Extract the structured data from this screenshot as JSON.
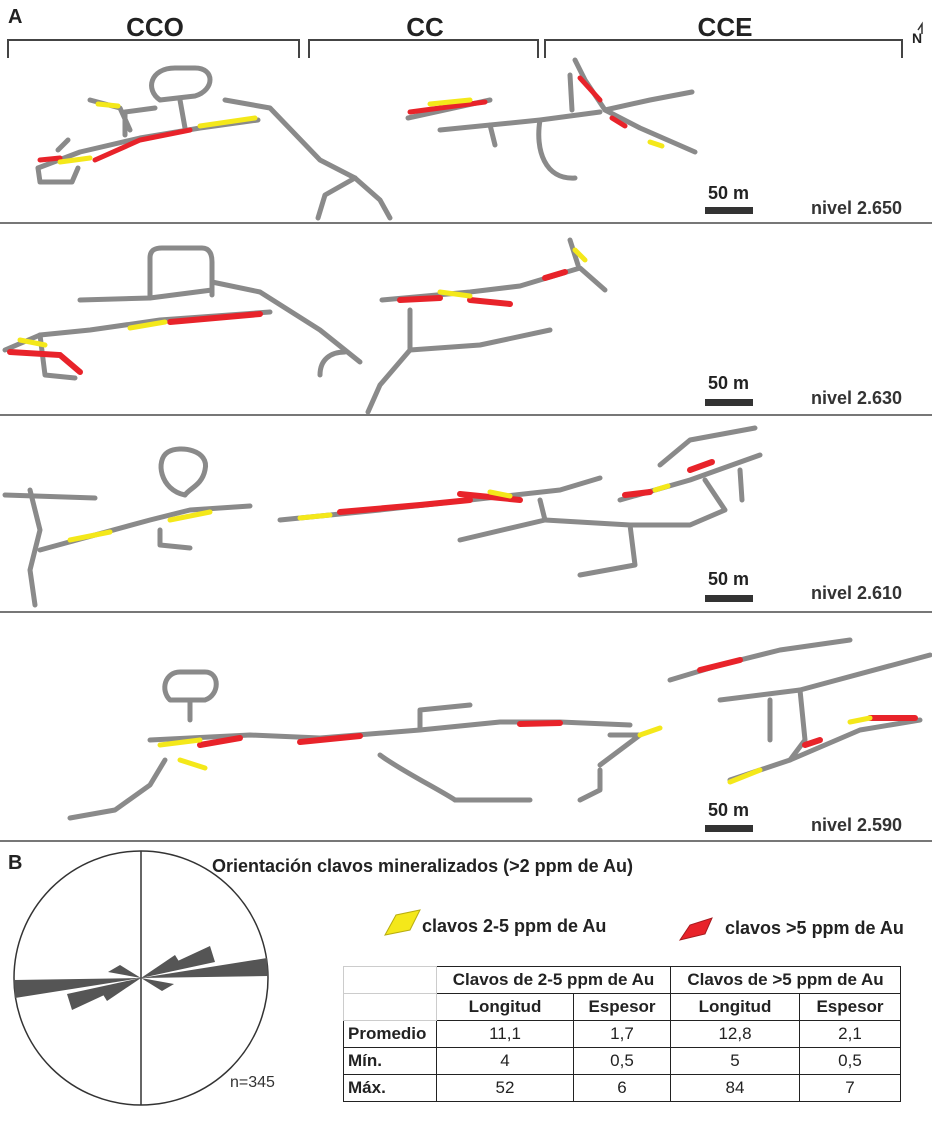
{
  "panel_a": {
    "letter": "A",
    "north_label": "N",
    "sectors": [
      "CCO",
      "CC",
      "CCE"
    ],
    "scale_label": "50 m",
    "levels": [
      "nivel 2.650",
      "nivel 2.630",
      "nivel 2.610",
      "nivel 2.590"
    ]
  },
  "panel_b": {
    "letter": "B",
    "title": "Orientación clavos mineralizados (>2 ppm de Au)",
    "n_label": "n=345",
    "legend": {
      "yellow": "clavos 2-5 ppm de Au",
      "red": "clavos >5 ppm de Au"
    },
    "colors": {
      "yellow": "#f4e81a",
      "red": "#e8232a",
      "tunnel": "#8a8a8a",
      "rose": "#555555"
    },
    "table": {
      "group_headers": [
        "Clavos de 2-5 ppm de Au",
        "Clavos de >5 ppm de  Au"
      ],
      "sub_headers": [
        "Longitud",
        "Espesor",
        "Longitud",
        "Espesor"
      ],
      "rows": [
        {
          "label": "Promedio",
          "values": [
            "11,1",
            "1,7",
            "12,8",
            "2,1"
          ]
        },
        {
          "label": "Mín.",
          "values": [
            "4",
            "0,5",
            "5",
            "0,5"
          ]
        },
        {
          "label": "Máx.",
          "values": [
            "52",
            "6",
            "84",
            "7"
          ]
        }
      ]
    }
  }
}
